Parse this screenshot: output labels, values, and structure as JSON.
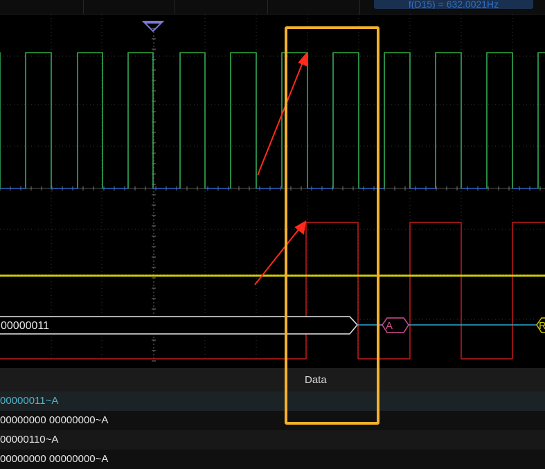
{
  "readout": {
    "frequency": "f(D15) = 632.0021Hz"
  },
  "bus": {
    "value": "00000011",
    "marker_a": "A",
    "marker_r": "R"
  },
  "table": {
    "columns": {
      "data": "Data"
    },
    "rows": [
      "00000011~A",
      "00000000 00000000~A",
      "00000110~A",
      "00000000 00000000~A"
    ]
  },
  "colors": {
    "green_channel": "#2fa83a",
    "blue_channel": "#2f62c6",
    "red_channel": "#c21a1a",
    "yellow_channel": "#c8c400",
    "bus_line": "#2aa9d6",
    "highlight": "#f5b12c",
    "arrow": "#ff2a1a"
  }
}
